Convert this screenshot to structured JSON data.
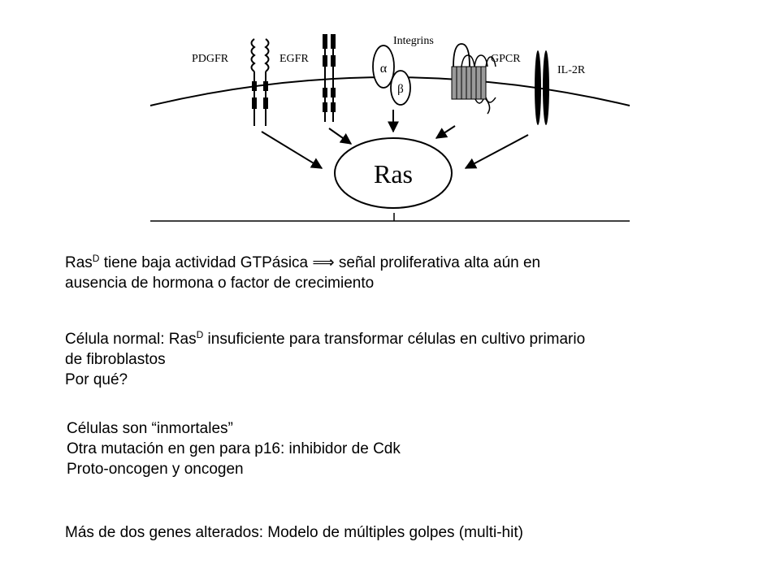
{
  "diagram": {
    "receptors": {
      "pdgfr": "PDGFR",
      "egfr": "EGFR",
      "integrins": "Integrins",
      "gpcr": "GPCR",
      "il2r": "IL-2R"
    },
    "integrin_alpha": "α",
    "integrin_beta": "β",
    "center_label": "Ras"
  },
  "text": {
    "p1": {
      "line1_pre": "Ras",
      "line1_sup": "D",
      "line1_post": " tiene baja actividad GTPásica ⟹ señal proliferativa alta aún en",
      "line2": "ausencia de hormona o factor de crecimiento"
    },
    "p2": {
      "line1_pre": "Célula normal: Ras",
      "line1_sup": "D",
      "line1_post": " insuficiente para transformar células en cultivo primario",
      "line2": "de fibroblastos",
      "line3": "Por qué?"
    },
    "p3": {
      "line1": "Células son “inmortales”",
      "line2": "Otra mutación en gen para p16: inhibidor de Cdk",
      "line3": "Proto-oncogen y oncogen"
    },
    "p4": {
      "line1": "Más de dos genes alterados: Modelo de múltiples golpes (multi-hit)"
    }
  }
}
